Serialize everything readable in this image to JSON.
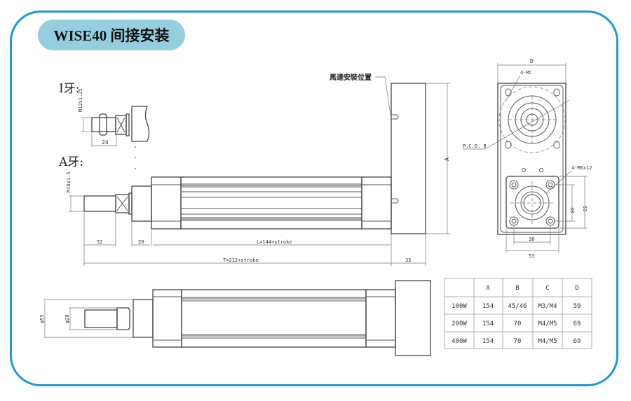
{
  "title": "WISE40 间接安装",
  "border_color": "#1a9ad6",
  "title_bg": "#94cfe0",
  "i_thread": {
    "label": "I牙:",
    "thread": "M12x1.25",
    "length": "24"
  },
  "a_thread": {
    "label": "A牙:",
    "thread": "M16x1.5"
  },
  "side_view": {
    "dim_rod": "32",
    "dim_nose": "20",
    "dim_L": "L=144+stroke",
    "dim_T": "T=212+stroke",
    "dim_motor": "35",
    "dim_A": "A",
    "motor_label": "馬達安裝位置"
  },
  "bottom_view": {
    "dim_outer": "φ55",
    "dim_inner": "φ20"
  },
  "front_view": {
    "dim_D": "D",
    "holes_MC": "4-MC",
    "pcd": "P.C.D. B",
    "holes_M6": "4-M6x12",
    "dim_38_h": "38",
    "dim_53_h": "53",
    "dim_38_v": "38",
    "dim_53_v": "53"
  },
  "spec_table": {
    "headers": [
      "",
      "A",
      "B",
      "C",
      "D"
    ],
    "rows": [
      [
        "100W",
        "154",
        "45/46",
        "M3/M4",
        "59"
      ],
      [
        "200W",
        "154",
        "70",
        "M4/M5",
        "69"
      ],
      [
        "400W",
        "154",
        "70",
        "M4/M5",
        "69"
      ]
    ]
  }
}
